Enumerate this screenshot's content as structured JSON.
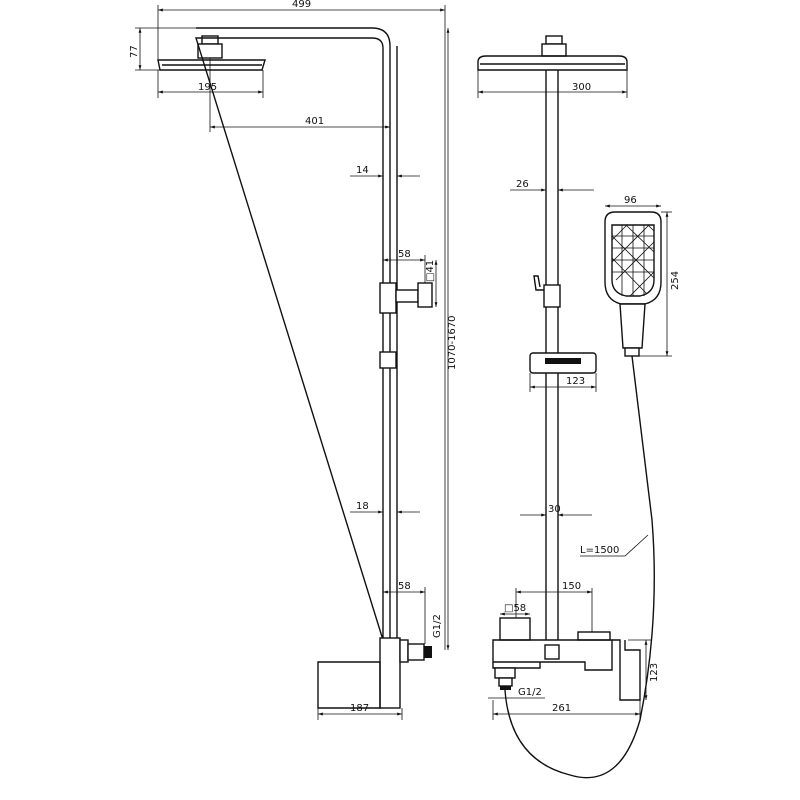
{
  "side_view": {
    "overall_width": "499",
    "head_height": "77",
    "head_diameter": "195",
    "arm_reach": "401",
    "upper_pipe_diameter": "14",
    "holder_offset": "58",
    "holder_square": "□41",
    "height_range": "1070-1670",
    "lower_pipe_diameter": "18",
    "mixer_offset": "58",
    "inlet_thread": "G1/2",
    "mixer_depth": "187"
  },
  "front_view": {
    "head_width": "300",
    "upper_pipe_diameter": "26",
    "hand_shower_width": "96",
    "hand_shower_length": "254",
    "slider_width": "123",
    "lower_pipe_diameter": "30",
    "hose_length": "L=1500",
    "inlet_spacing": "150",
    "cartridge_square": "□58",
    "outlet_thread": "G1/2",
    "mixer_width": "261",
    "mixer_height": "123"
  }
}
